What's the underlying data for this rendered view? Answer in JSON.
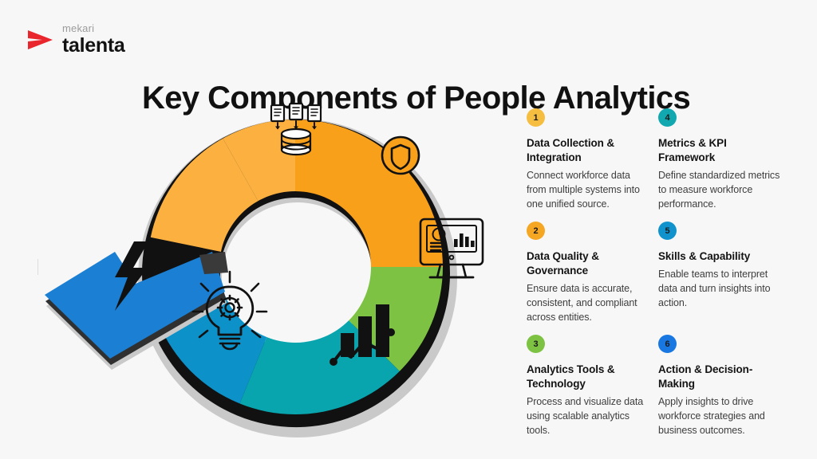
{
  "brand": {
    "name_top": "mekari",
    "name_bottom": "talenta",
    "mark_color": "#E8262C",
    "top_color": "#9C9C9C",
    "bottom_color": "#121212"
  },
  "header": {
    "title": "Key Components of People Analytics"
  },
  "background_color": "#F7F7F7",
  "diagram": {
    "type": "circular-arrow-process",
    "shadow_color": "#C9C9C9",
    "edge_color": "#111111",
    "segments": [
      {
        "index": 1,
        "color": "#FBB040",
        "icon": "database-documents-icon",
        "label": "Data Collection & Integration"
      },
      {
        "index": 2,
        "color": "#F9A01B",
        "icon": "shield-circle-icon",
        "label": "Data Quality & Governance"
      },
      {
        "index": 3,
        "color": "#7DC242",
        "icon": "dashboard-monitor-icon",
        "label": "Analytics Tools & Technology"
      },
      {
        "index": 4,
        "color": "#08A5AE",
        "icon": "bar-chart-trend-icon",
        "label": "Metrics & KPI Framework"
      },
      {
        "index": 5,
        "color": "#0C91C8",
        "icon": "lightbulb-gear-icon",
        "label": "Skills & Capability"
      },
      {
        "index": 6,
        "color": "#1B7FD4",
        "icon": "lightning-bolt-icon",
        "label": "Action & Decision-Making"
      }
    ]
  },
  "items": [
    {
      "number": "1",
      "color": "#F5BE41",
      "title": "Data Collection & Integration",
      "desc": "Connect workforce data from multiple systems into one unified source."
    },
    {
      "number": "4",
      "color": "#11A8B0",
      "title": "Metrics & KPI Framework",
      "desc": "Define standardized metrics to measure workforce performance."
    },
    {
      "number": "2",
      "color": "#F5A623",
      "title": "Data Quality & Governance",
      "desc": "Ensure data is accurate, consistent, and compliant across entities."
    },
    {
      "number": "5",
      "color": "#1093CC",
      "title": "Skills & Capability",
      "desc": "Enable teams to interpret data and turn insights into action."
    },
    {
      "number": "3",
      "color": "#7DC242",
      "title": "Analytics Tools & Technology",
      "desc": "Process and visualize data using scalable analytics tools."
    },
    {
      "number": "6",
      "color": "#1877E0",
      "title": "Action & Decision-Making",
      "desc": "Apply insights to drive workforce strategies and business outcomes."
    }
  ]
}
